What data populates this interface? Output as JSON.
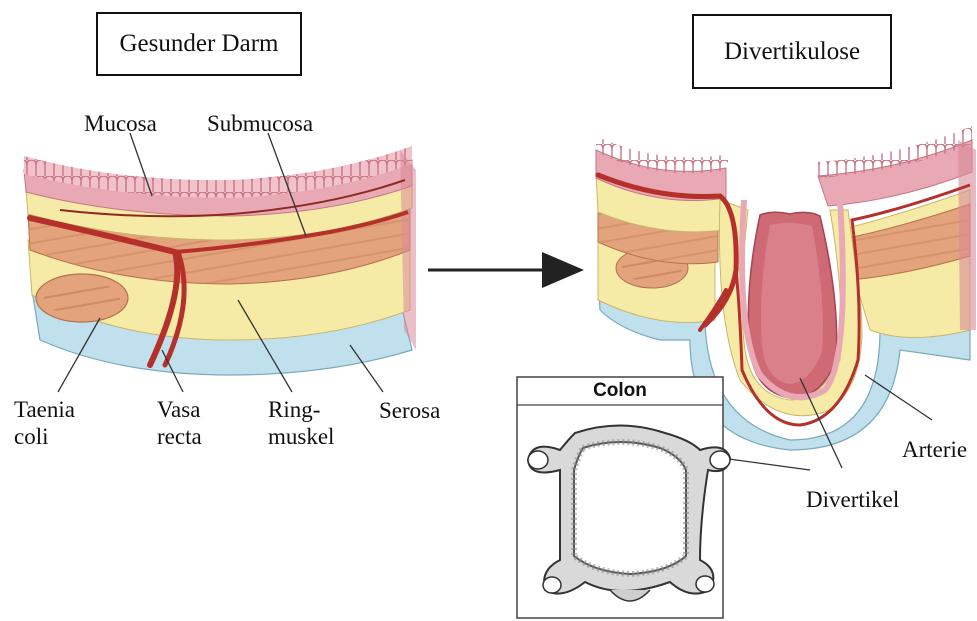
{
  "healthy": {
    "title": "Gesunder Darm",
    "labels": {
      "mucosa": "Mucosa",
      "submucosa": "Submucosa",
      "taenia_coli": [
        "Taenia",
        "coli"
      ],
      "vasa_recta": [
        "Vasa",
        "recta"
      ],
      "ringmuskel": [
        "Ring-",
        "muskel"
      ],
      "serosa": "Serosa"
    }
  },
  "diverticulosis": {
    "title": "Divertikulose",
    "labels": {
      "arterie": "Arterie",
      "divertikel": "Divertikel"
    },
    "inset": {
      "title": "Colon"
    }
  },
  "colors": {
    "mucosa": "#e9a9b4",
    "villi": "#d98a99",
    "submucosa": "#f6eba6",
    "muscle": "#e3a37c",
    "muscle_stripe": "#c9784f",
    "serosa": "#bfe0ec",
    "vessel": "#b5302b",
    "diverticulum": "#cf6a74",
    "text": "#111111"
  }
}
